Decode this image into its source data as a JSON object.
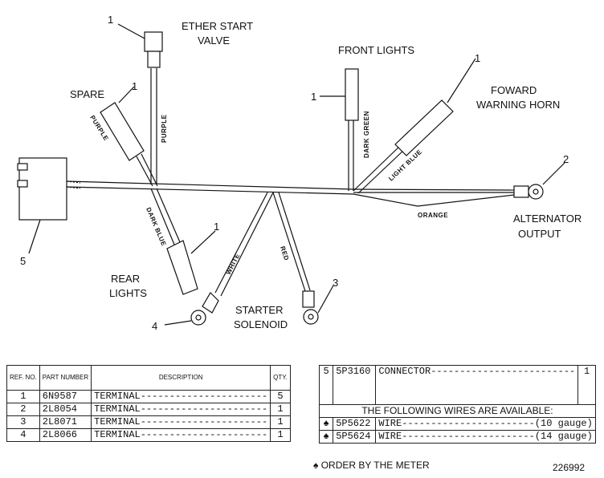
{
  "diagram": {
    "labels": {
      "ether_start_valve_1": "ETHER START",
      "ether_start_valve_2": "VALVE",
      "front_lights": "FRONT LIGHTS",
      "spare": "SPARE",
      "forward_horn_1": "FOWARD",
      "forward_horn_2": "WARNING HORN",
      "alternator_1": "ALTERNATOR",
      "alternator_2": "OUTPUT",
      "rear_lights_1": "REAR",
      "rear_lights_2": "LIGHTS",
      "starter_1": "STARTER",
      "starter_2": "SOLENOID"
    },
    "wires": {
      "purple_spare": "PURPLE",
      "purple_ether": "PURPLE",
      "dark_green": "DARK GREEN",
      "light_blue": "LIGHT BLUE",
      "orange": "ORANGE",
      "dark_blue": "DARK BLUE",
      "white": "WHITE",
      "red": "RED"
    },
    "refs": {
      "ether": "1",
      "spare": "1",
      "front_lights": "1",
      "horn": "1",
      "alternator": "2",
      "rear_lights": "1",
      "starter_white": "4",
      "starter_red": "3",
      "connector": "5"
    }
  },
  "parts_table": {
    "headers": {
      "ref_no": "REF. NO.",
      "part_number": "PART NUMBER",
      "description": "DESCRIPTION",
      "qty": "QTY."
    },
    "rows": [
      {
        "ref": "1",
        "part": "6N9587",
        "desc": "TERMINAL----------------------",
        "qty": "5"
      },
      {
        "ref": "2",
        "part": "2L8054",
        "desc": "TERMINAL----------------------",
        "qty": "1"
      },
      {
        "ref": "3",
        "part": "2L8071",
        "desc": "TERMINAL----------------------",
        "qty": "1"
      },
      {
        "ref": "4",
        "part": "2L8066",
        "desc": "TERMINAL----------------------",
        "qty": "1"
      }
    ]
  },
  "parts_table_2": {
    "connector": {
      "ref": "5",
      "part": "5P3160",
      "desc": "CONNECTOR-------------------------",
      "qty": "1"
    },
    "wires_heading": "THE FOLLOWING WIRES ARE AVAILABLE:",
    "wires": [
      {
        "marker": "♠",
        "part": "5P5622",
        "desc": "WIRE-----------------------(10 gauge)"
      },
      {
        "marker": "♠",
        "part": "5P5624",
        "desc": "WIRE-----------------------(14 gauge)"
      }
    ]
  },
  "footnote": "♠ ORDER BY THE METER",
  "drawing_number": "226992"
}
